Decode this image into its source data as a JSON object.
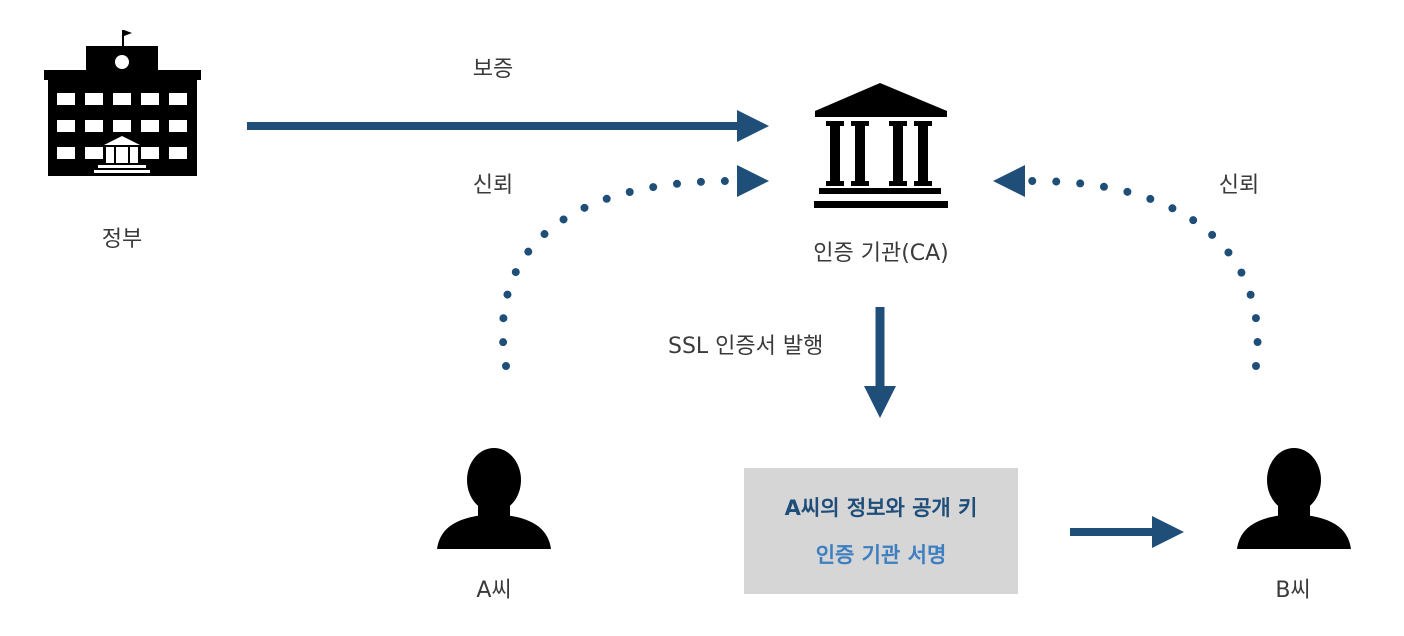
{
  "nodes": {
    "government": {
      "label": "정부"
    },
    "ca": {
      "label": "인증 기관(CA)"
    },
    "user_a": {
      "label": "A씨"
    },
    "user_b": {
      "label": "B씨"
    }
  },
  "edges": {
    "guarantee": {
      "label": "보증"
    },
    "trust_a": {
      "label": "신뢰"
    },
    "trust_b": {
      "label": "신뢰"
    },
    "issue": {
      "label": "SSL 인증서 발행"
    }
  },
  "certificate": {
    "line1": "A씨의 정보와 공개 키",
    "line2": "인증 기관 서명"
  },
  "colors": {
    "arrow": "#1f4e79",
    "certificate_box": "#d6d6d6",
    "certificate_line1": "#1f4e79",
    "certificate_line2": "#3d7fc1",
    "icon": "#000000",
    "text": "#3a3a3a"
  },
  "icons": {
    "government": "government-building-icon",
    "ca": "bank-columns-icon",
    "user_a": "person-silhouette-icon",
    "user_b": "person-silhouette-icon"
  }
}
